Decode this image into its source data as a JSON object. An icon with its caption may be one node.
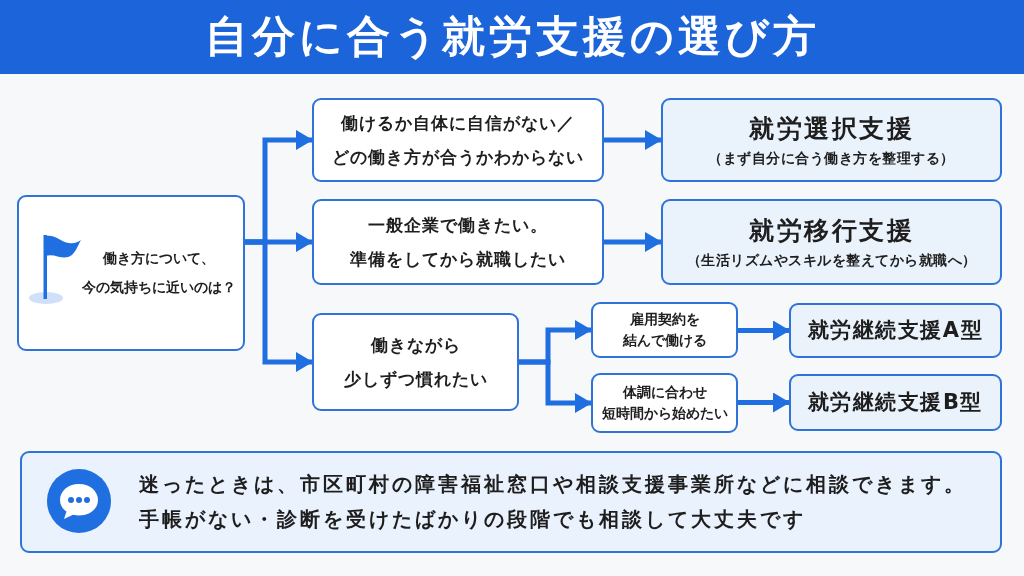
{
  "diagram": {
    "title": "自分に合う就労支援の選び方",
    "nodes": [
      {
        "text": [
          "働き方について、今の気持ちに近いのは？"
        ]
      },
      {
        "text": [
          "働けるか自体に自信がない／どの働き方が合うかわからない"
        ]
      },
      {
        "text": [
          "一般企業で働きたい。準備をしてから就職したい"
        ]
      },
      {
        "text": [
          "働きながら少しずつ慣れたい"
        ]
      },
      {
        "text": [
          "就労選択支援",
          "（まず自分に合う働き方を整理する）"
        ]
      },
      {
        "text": [
          "就労移行支援",
          "（生活リズムやスキルを整えてから就職へ）"
        ]
      },
      {
        "text": [
          "雇用契約を結んで働ける"
        ]
      },
      {
        "text": [
          "体調に合わせ短時間から始めたい"
        ]
      },
      {
        "text": [
          "就労継続支援A型"
        ]
      },
      {
        "text": [
          "就労継続支援B型"
        ]
      },
      {
        "text": [
          "迷ったときは、市区町村の障害福祉窓口や相談支援事業所などに相談できます。",
          "手帳がない・診断を受けたばかりの段階でも相談して大丈夫です"
        ]
      }
    ],
    "edges": [
      {
        "from": 0,
        "to": 1,
        "arrow": "to"
      },
      {
        "from": 0,
        "to": 2,
        "arrow": "to"
      },
      {
        "from": 0,
        "to": 3,
        "arrow": "to"
      },
      {
        "from": 1,
        "to": 4,
        "arrow": "to"
      },
      {
        "from": 2,
        "to": 5,
        "arrow": "to"
      },
      {
        "from": 3,
        "to": 6,
        "arrow": "to"
      },
      {
        "from": 3,
        "to": 7,
        "arrow": "to"
      },
      {
        "from": 6,
        "to": 8,
        "arrow": "to"
      },
      {
        "from": 7,
        "to": 9,
        "arrow": "to"
      }
    ]
  }
}
